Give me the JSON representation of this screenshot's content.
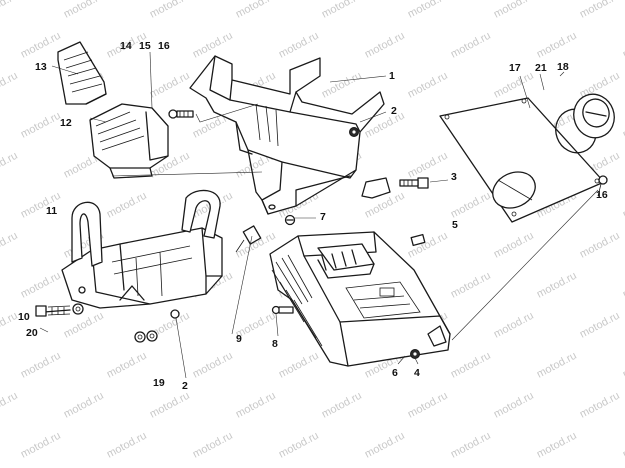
{
  "watermark": {
    "text": "motod.ru"
  },
  "callouts": {
    "c1": "1",
    "c2a": "2",
    "c2b": "2",
    "c3": "3",
    "c4": "4",
    "c5": "5",
    "c6": "6",
    "c7": "7",
    "c8": "8",
    "c9": "9",
    "c10": "10",
    "c11": "11",
    "c12": "12",
    "c13": "13",
    "c14": "14",
    "c15": "15",
    "c16a": "16",
    "c16b": "16",
    "c17": "17",
    "c18": "18",
    "c19": "19",
    "c20": "20",
    "c21": "21"
  }
}
